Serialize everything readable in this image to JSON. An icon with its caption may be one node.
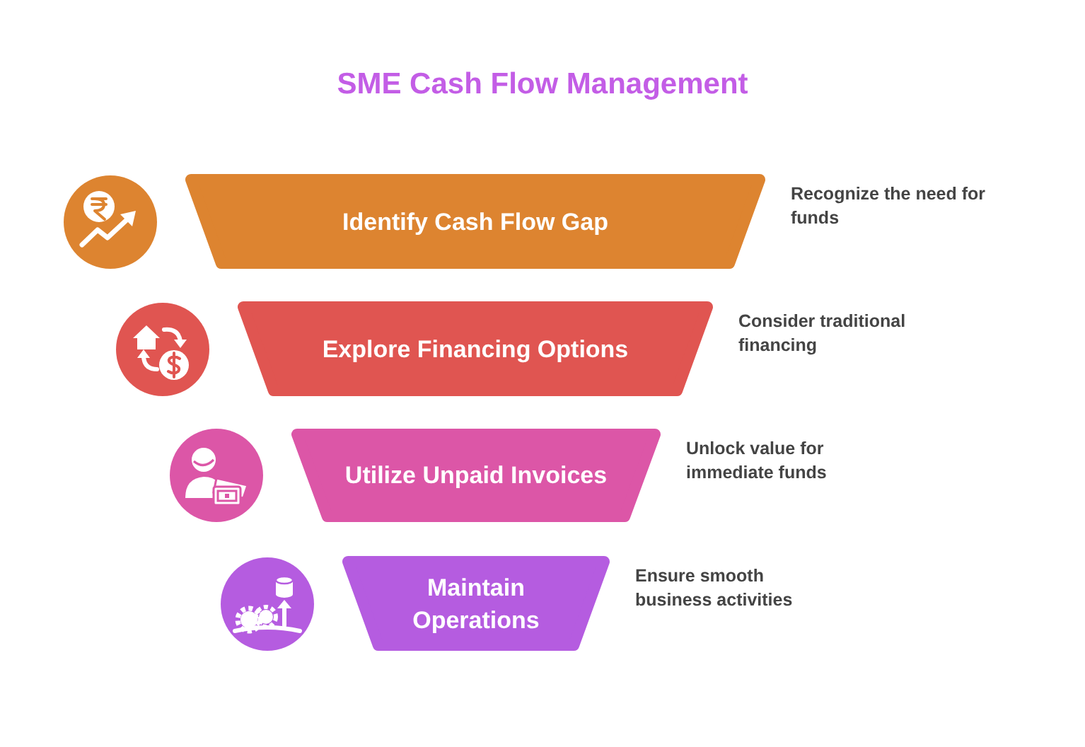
{
  "diagram": {
    "title": "SME Cash Flow Management",
    "nodes": [
      {
        "text": [
          "Identify Cash Flow Gap"
        ],
        "beside": [
          "Recognize the need for funds"
        ]
      },
      {
        "text": [
          "Explore Financing Options"
        ],
        "beside": [
          "Consider traditional financing"
        ]
      },
      {
        "text": [
          "Utilize Unpaid Invoices"
        ],
        "beside": [
          "Unlock value for immediate funds"
        ]
      },
      {
        "text": [
          "Maintain Operations"
        ],
        "beside": [
          "Ensure smooth business activities"
        ]
      }
    ]
  }
}
